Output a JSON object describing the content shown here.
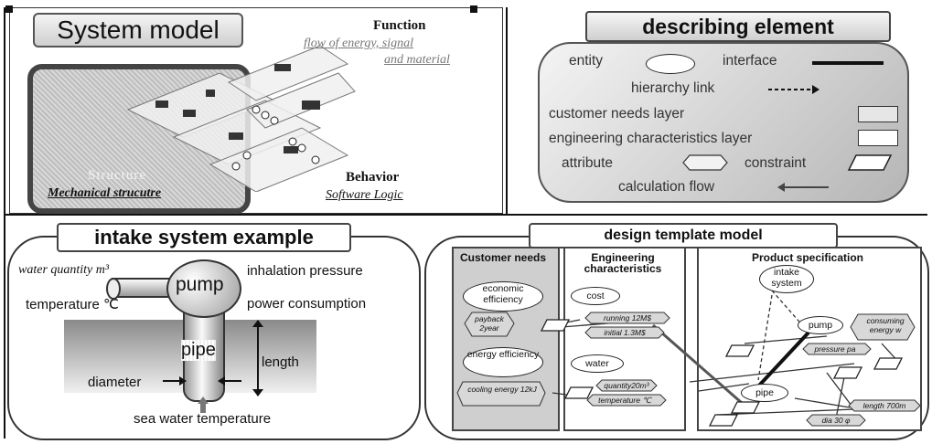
{
  "system_model": {
    "title": "System model",
    "structure_label": "Structure",
    "structure_sub": "Mechanical strucutre",
    "function_label": "Function",
    "function_sub_line1": "flow of energy, signal",
    "function_sub_line2": "and material",
    "behavior_label": "Behavior",
    "behavior_sub": "Software Logic"
  },
  "describing_element": {
    "title": "describing element",
    "entity": "entity",
    "interface": "interface",
    "hierarchy_link": "hierarchy link",
    "customer_needs_layer": "customer needs layer",
    "engineering_characteristics_layer": "engineering characteristics layer",
    "attribute": "attribute",
    "constraint": "constraint",
    "calculation_flow": "calculation flow"
  },
  "intake_example": {
    "title": "intake system example",
    "water_quantity": "water quantity m³",
    "inhalation_pressure": "inhalation pressure",
    "pump": "pump",
    "temperature": "temperature ℃",
    "power_consumption": "power consumption",
    "pipe": "pipe",
    "length": "length",
    "diameter": "diameter",
    "sea_water_temperature": "sea water temperature"
  },
  "design_template": {
    "title": "design template model",
    "col_customer": "Customer needs",
    "col_engineering": "Engineering characteristics",
    "col_product": "Product specification",
    "economic_efficiency": "economic efficiency",
    "payback": "payback 2year",
    "energy_efficiency": "energy efficiency",
    "cooling_energy": "cooling energy 12kJ",
    "cost": "cost",
    "running": "running 12M$",
    "initial": "initial 1.3M$",
    "water": "water",
    "quantity": "quantity20m³",
    "temperature_attr": "temperature ℃",
    "intake_system": "intake system",
    "pump": "pump",
    "consuming_energy": "consuming energy w",
    "pressure": "pressure pa",
    "pipe": "pipe",
    "length_attr": "length 700m",
    "dia": "dia 30 φ"
  }
}
